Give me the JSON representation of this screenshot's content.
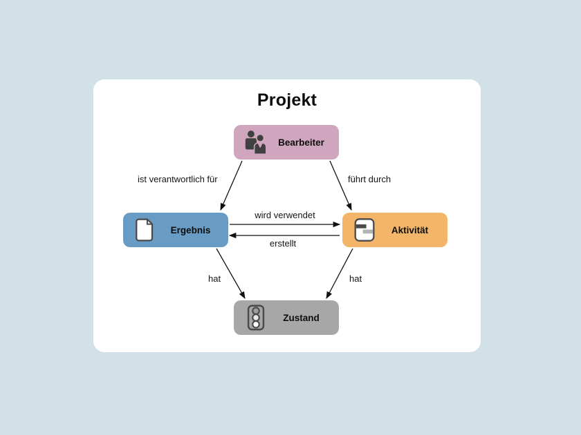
{
  "title": "Projekt",
  "nodes": {
    "bearbeiter": {
      "label": "Bearbeiter",
      "color": "#cfa6bd",
      "icon": "people-icon"
    },
    "ergebnis": {
      "label": "Ergebnis",
      "color": "#699cc5",
      "icon": "document-icon"
    },
    "aktivitaet": {
      "label": "Aktivität",
      "color": "#f3b569",
      "icon": "gantt-chart-icon"
    },
    "zustand": {
      "label": "Zustand",
      "color": "#a7a7a7",
      "icon": "traffic-light-icon"
    }
  },
  "edges": [
    {
      "from": "Bearbeiter",
      "to": "Ergebnis",
      "label": "ist verantwortlich für"
    },
    {
      "from": "Bearbeiter",
      "to": "Aktivität",
      "label": "führt durch"
    },
    {
      "from": "Ergebnis",
      "to": "Aktivität",
      "label": "wird verwendet"
    },
    {
      "from": "Aktivität",
      "to": "Ergebnis",
      "label": "erstellt"
    },
    {
      "from": "Ergebnis",
      "to": "Zustand",
      "label": "hat"
    },
    {
      "from": "Aktivität",
      "to": "Zustand",
      "label": "hat"
    }
  ],
  "colors": {
    "page_background": "#d2e0e8",
    "card_background": "#ffffff",
    "arrow": "#111111",
    "icon_dark": "#404040"
  }
}
